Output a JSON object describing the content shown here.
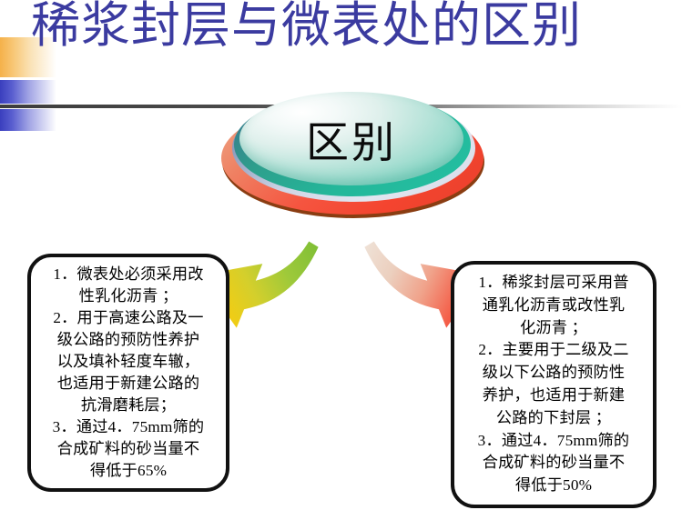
{
  "slide": {
    "title": "稀浆封层与微表处的区别",
    "title_color": "#3b3ba0",
    "background_color": "#ffffff"
  },
  "hero": {
    "label": "区别",
    "shape": "layered-3d-ellipse",
    "colors": {
      "rim": "#8a3d12",
      "red": "#f4442f",
      "grey": "#cfd6e6",
      "teal_ring": "#23c0a2",
      "top_light": "#ffffff",
      "top_deep": "#74cfbd"
    }
  },
  "arrows": {
    "left": {
      "name": "curved-arrow-down-left",
      "color_start": "#8cc63f",
      "color_end": "#f2d01e",
      "direction": "down-left"
    },
    "right": {
      "name": "curved-arrow-down-right",
      "color_start": "#f0ddd2",
      "color_end": "#f43a2a",
      "direction": "down-right"
    }
  },
  "callouts": {
    "left": {
      "name": "micro-surfacing-callout",
      "text": "1．微表处必须采用改\n性乳化沥青 ；\n2．用于高速公路及一\n级公路的预防性养护\n以及填补轻度车辙，\n也适用于新建公路的\n抗滑磨耗层；\n3．通过4．75mm筛的\n合成矿料的砂当量不\n得低于65%"
    },
    "right": {
      "name": "slurry-seal-callout",
      "text": "1．稀浆封层可采用普\n通乳化沥青或改性乳\n化沥青 ；\n2．主要用于二级及二\n级以下公路的预防性\n养护，也适用于新建\n公路的下封层 ；\n3．通过4．75mm筛的\n合成矿料的砂当量不\n得低于50%"
    }
  },
  "decorations": {
    "orange_bar": "#f5b14a",
    "blue_bar": "#3a3fbe",
    "rule": "#4a4a4a"
  }
}
